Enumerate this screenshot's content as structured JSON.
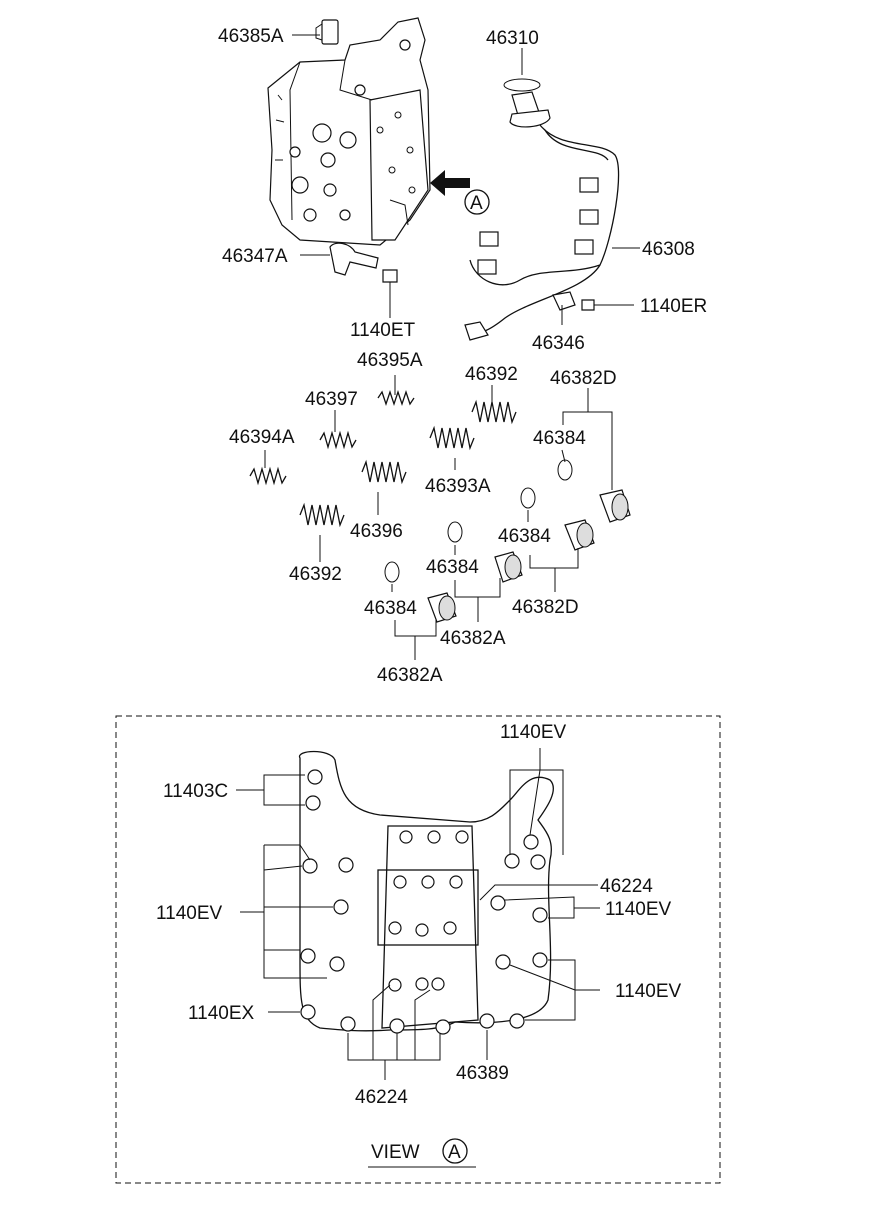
{
  "labels": {
    "p46385A": "46385A",
    "p46310": "46310",
    "p46308": "46308",
    "p46347A": "46347A",
    "p1140ET": "1140ET",
    "p1140ER": "1140ER",
    "p46346": "46346",
    "p46395A": "46395A",
    "p46392_top": "46392",
    "p46382D_top": "46382D",
    "p46397": "46397",
    "p46384_a": "46384",
    "p46394A": "46394A",
    "p46393A": "46393A",
    "p46396": "46396",
    "p46384_b": "46384",
    "p46392_bot": "46392",
    "p46384_c": "46384",
    "p46382D_bot": "46382D",
    "p46384_d": "46384",
    "p46382A_mid": "46382A",
    "p46382A_bot": "46382A",
    "v1140EV_top": "1140EV",
    "v11403C": "11403C",
    "v46224_right": "46224",
    "v1140EV_left": "1140EV",
    "v1140EV_right": "1140EV",
    "v1140EV_lower_right": "1140EV",
    "v1140EX": "1140EX",
    "v46224_bot": "46224",
    "v46389": "46389"
  },
  "callouts": {
    "arrow_letter": "A",
    "view_word": "VIEW",
    "view_letter": "A"
  }
}
